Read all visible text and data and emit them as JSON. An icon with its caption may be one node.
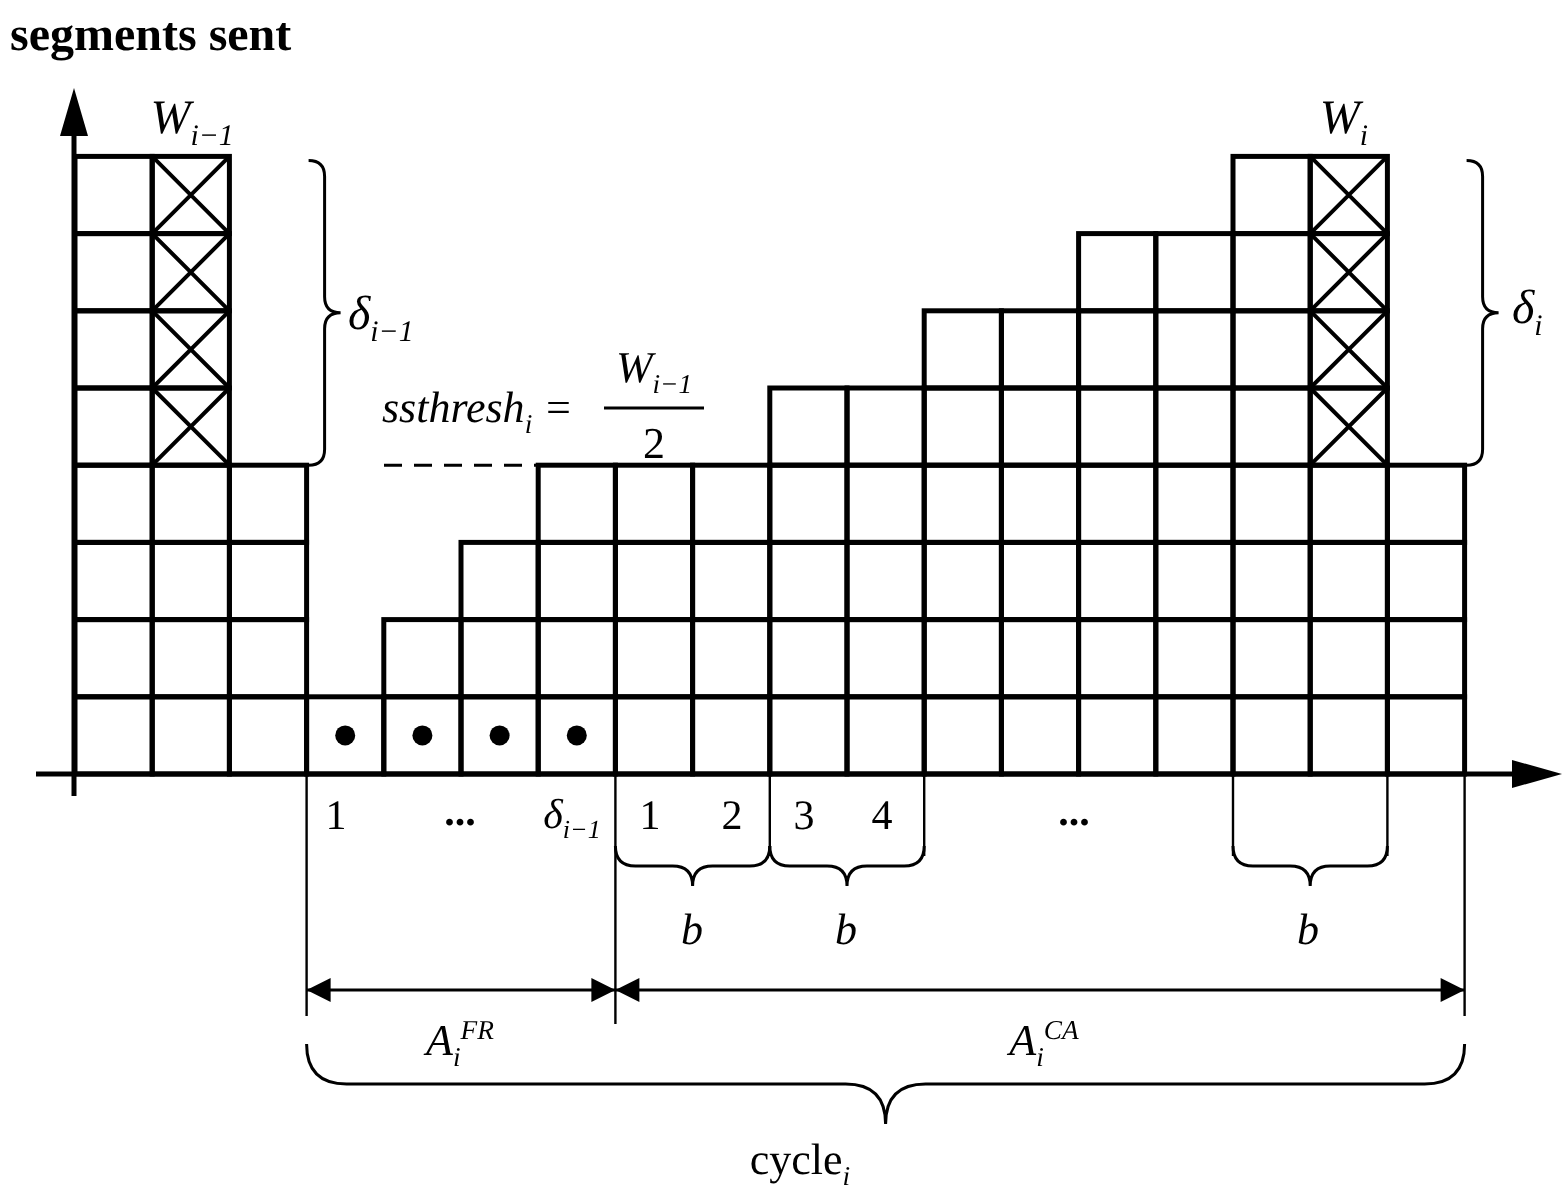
{
  "diagram": {
    "labels": [
      "segments sent",
      "W$_{i−1}$",
      "W$_{i}$",
      "δ$_{i−1}$",
      "δ$_{i}$",
      "ssthresh$_{i}$ =",
      "W$_{i−1}$",
      "2",
      "1",
      "...",
      "δ$_{i−1}$",
      "1",
      "2",
      "3",
      "4",
      "...",
      "b",
      "b",
      "b",
      "A$_{i}$$^{FR}$",
      "A$_{i}$$^{CA}$",
      "cycle$_{i}$"
    ]
  }
}
